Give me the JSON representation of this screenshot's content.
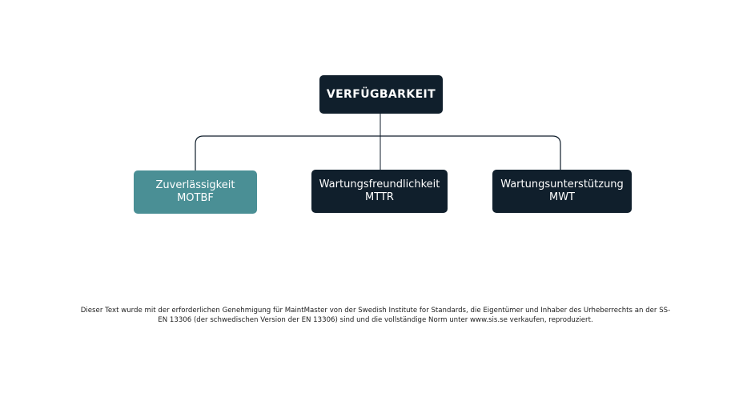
{
  "diagram": {
    "root": {
      "label": "VERFÜGBARKEIT"
    },
    "children": [
      {
        "title": "Zuverlässigkeit",
        "code": "MOTBF",
        "color": "#4a8f95"
      },
      {
        "title": "Wartungsfreundlichkeit",
        "code": "MTTR",
        "color": "#101f2c"
      },
      {
        "title": "Wartungsunterstützung",
        "code": "MWT",
        "color": "#101f2c"
      }
    ],
    "root_color": "#101f2c",
    "connector_color": "#101f2c"
  },
  "footnote": {
    "text": "Dieser Text wurde mit der erforderlichen Genehmigung für MaintMaster von der Swedish Institute for Standards, die Eigentümer und Inhaber des Urheberrechts an der SS-EN 13306 (der schwedischen Version der EN 13306) sind und die vollständige Norm unter www.sis.se verkaufen, reproduziert."
  }
}
